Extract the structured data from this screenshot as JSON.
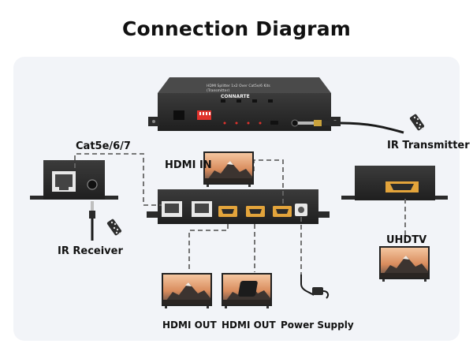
{
  "title": "Connection Diagram",
  "labels": {
    "cable": "Cat5e/6/7",
    "ir_transmitter": "IR Transmitter",
    "hdmi_in": "HDMI IN",
    "ir_receiver": "IR Receiver",
    "uhdtv": "UHDTV",
    "hdmi_out_1": "HDMI OUT",
    "hdmi_out_2": "HDMI OUT",
    "power_supply": "Power Supply"
  },
  "device": {
    "brand": "CONNARTE",
    "model_line1": "HDMI Splitter 1x2 Over Cat5e/6 Kits",
    "model_line2": "(Transmitter)"
  },
  "colors": {
    "device": "#2b2b2b",
    "device_top": "#3a3a3a",
    "hdmi_port": "#e3a43b",
    "dashed_line": "#666666",
    "panel": "#f2f4f8",
    "dip_switch": "#e0322c"
  }
}
